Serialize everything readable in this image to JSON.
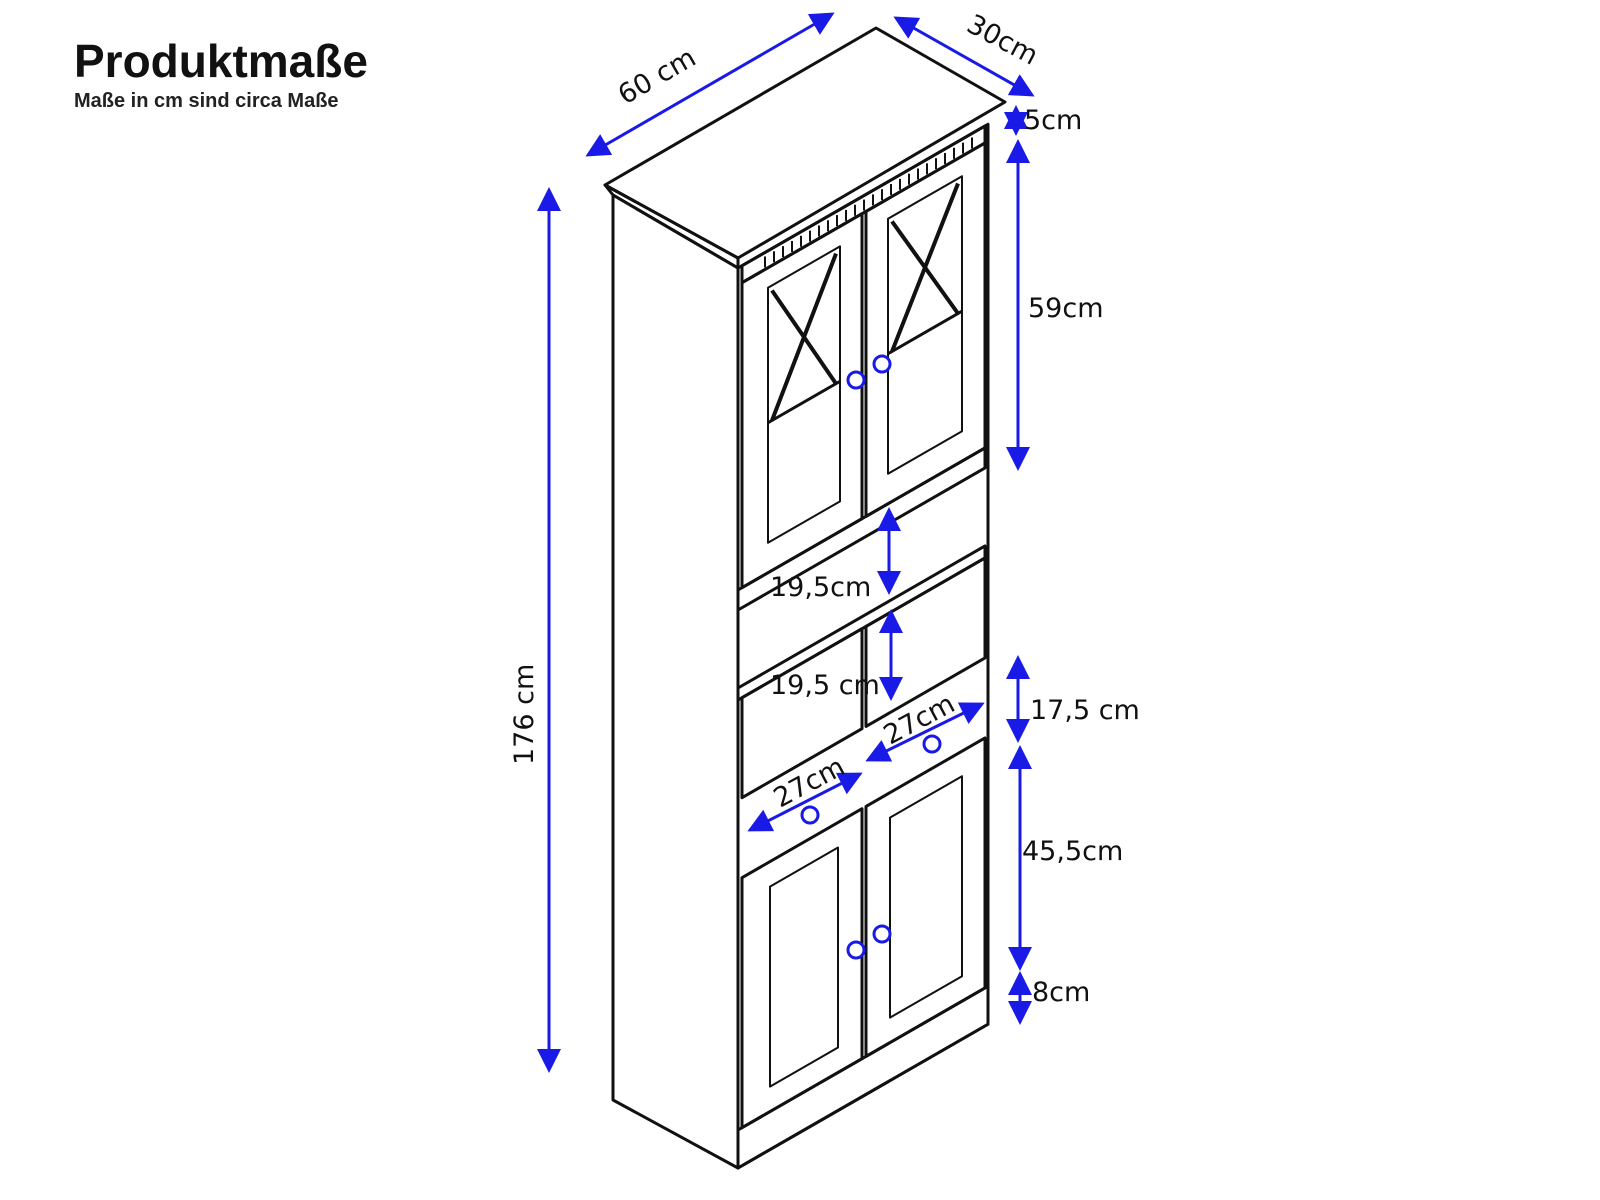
{
  "header": {
    "title": "Produktmaße",
    "subtitle": "Maße in cm sind circa Maße"
  },
  "colors": {
    "dimension": "#1a1ae6",
    "line": "#111111"
  },
  "dimensions": {
    "width": "60 cm",
    "depth": "30cm",
    "top_height": "5cm",
    "upper_section": "59cm",
    "shelf_upper": "19,5cm",
    "shelf_lower": "19,5 cm",
    "drawer_height": "17,5 cm",
    "drawer_width_right": "27cm",
    "drawer_width_left": "27cm",
    "lower_section": "45,5cm",
    "plinth": "8cm",
    "total_height": "176 cm"
  }
}
